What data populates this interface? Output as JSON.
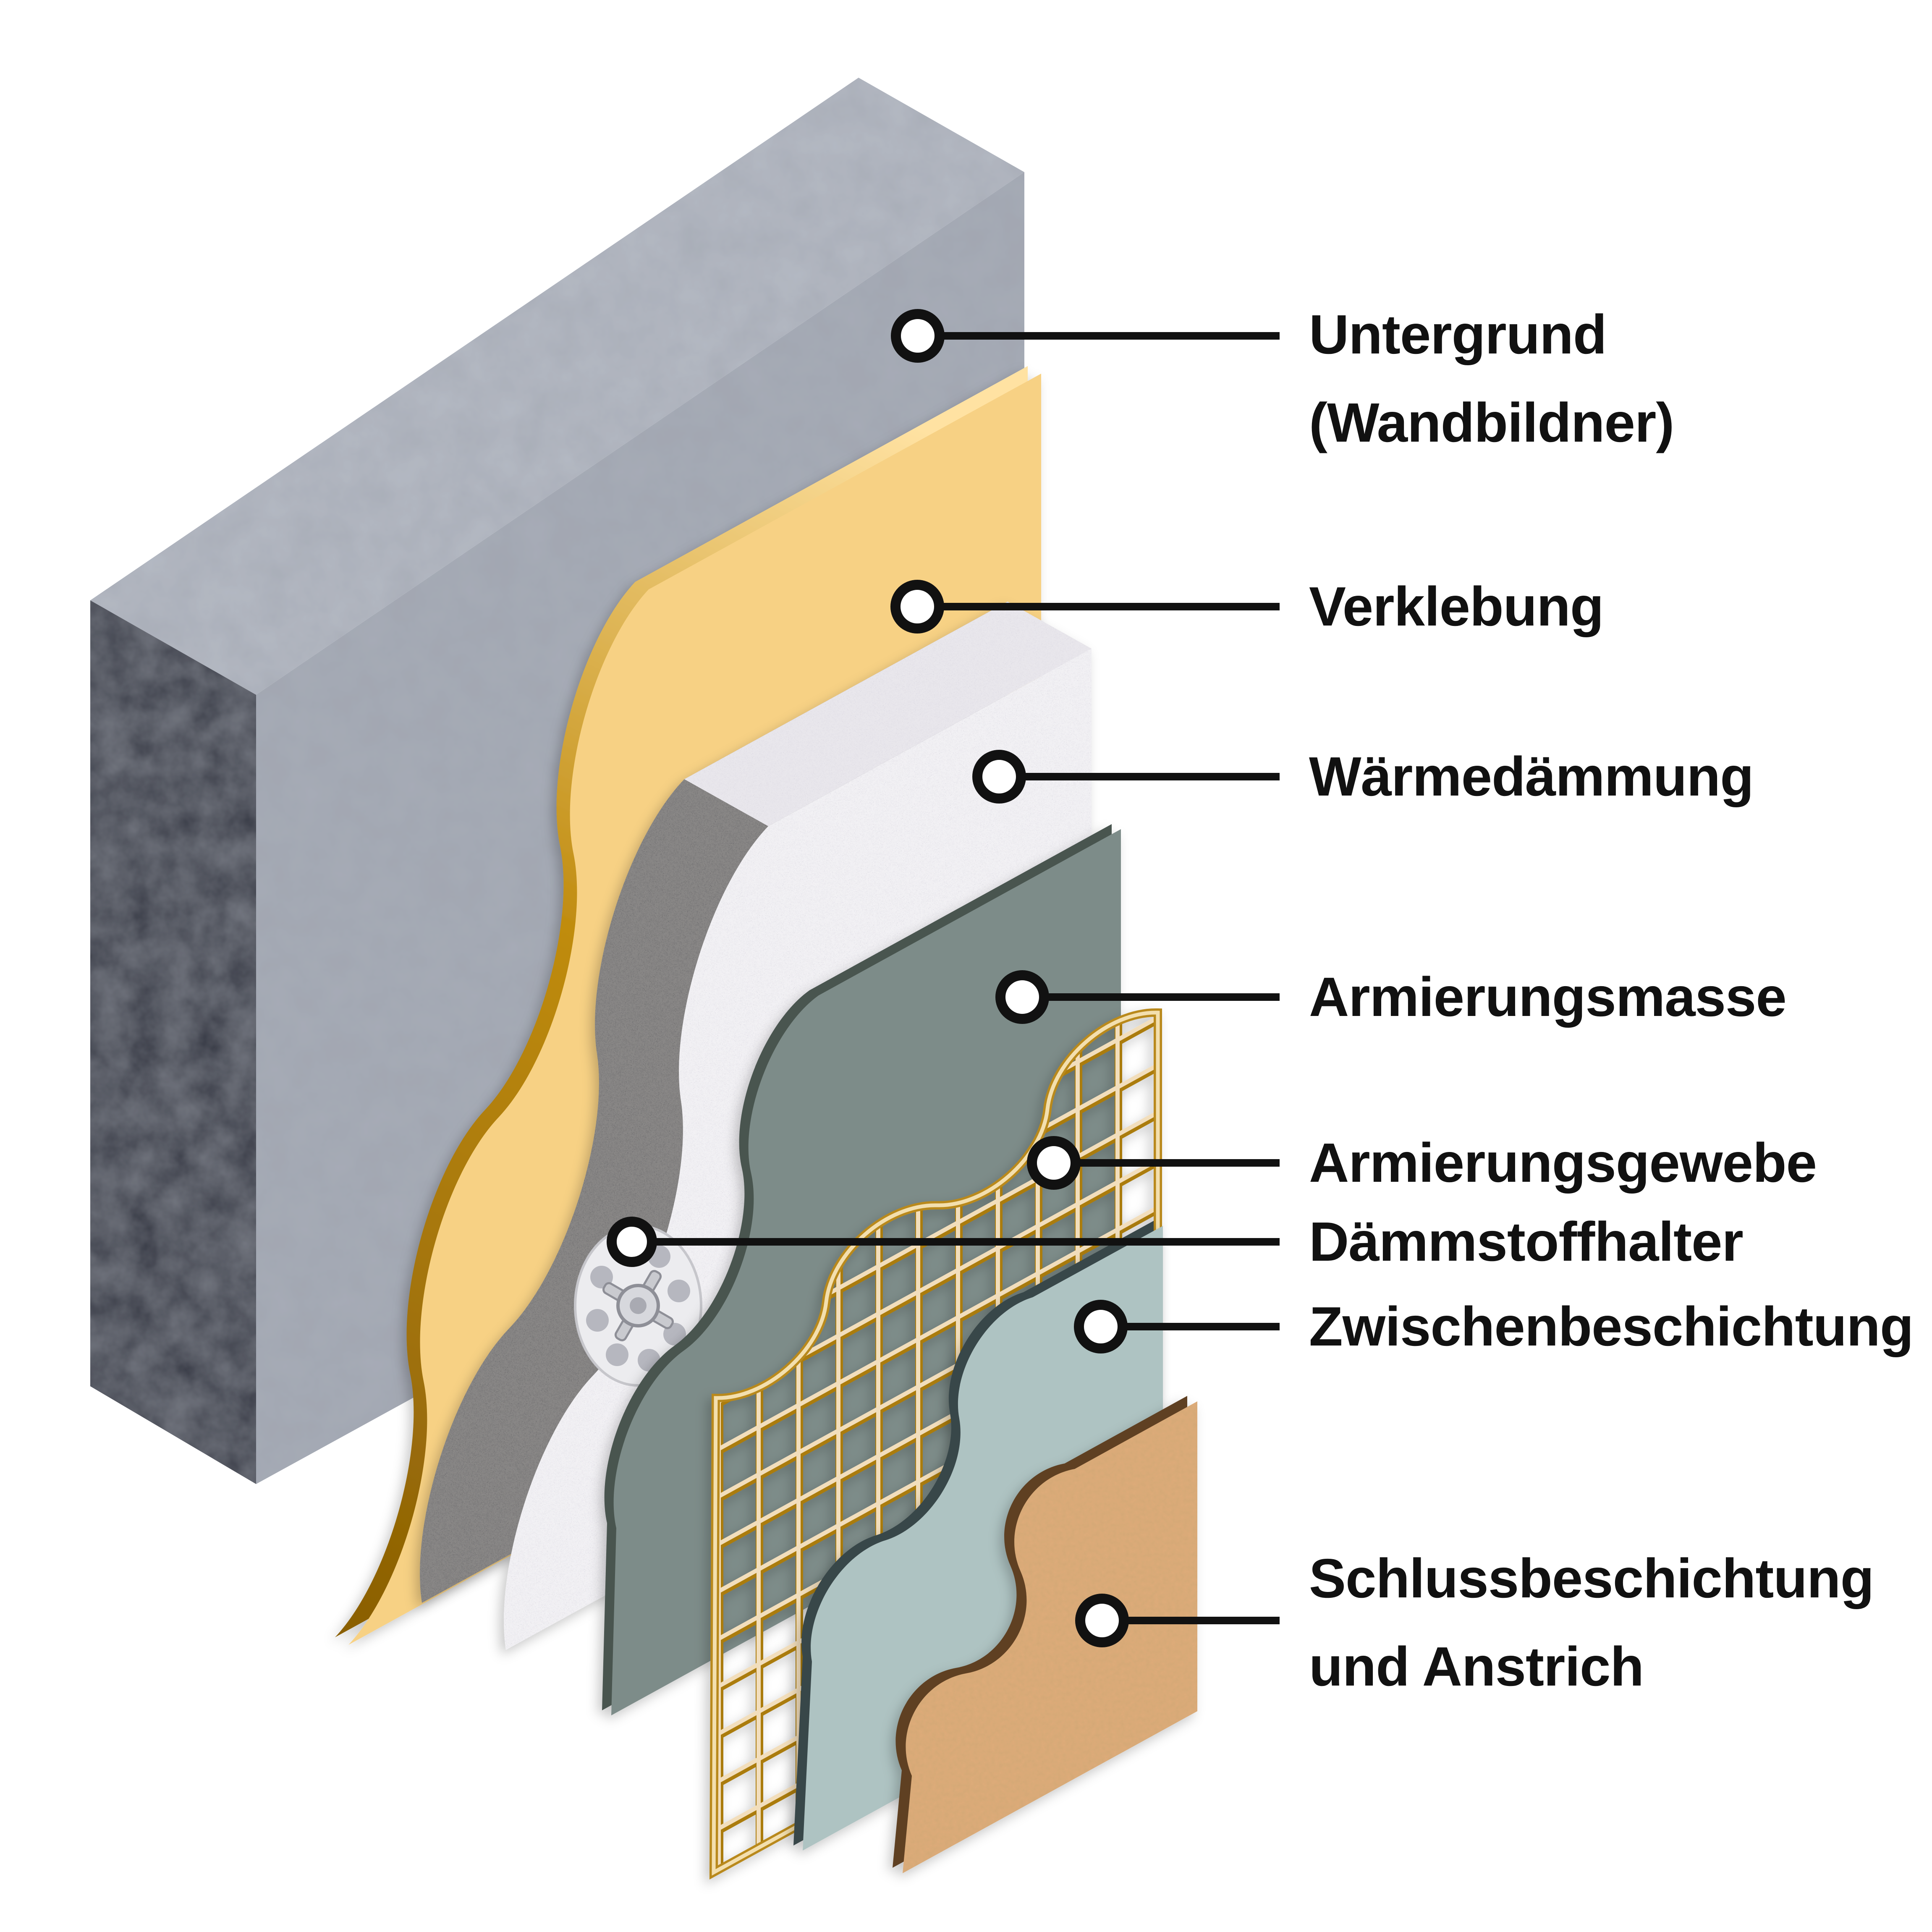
{
  "diagram": {
    "type": "exploded-isometric-wall-system",
    "background": "#ffffff",
    "labels": {
      "untergrund": {
        "line1": "Untergrund",
        "line2": "(Wandbildner)"
      },
      "verklebung": {
        "text": "Verklebung"
      },
      "waermedaemmung": {
        "text": "Wärmedämmung"
      },
      "armierungsmasse": {
        "text": "Armierungsmasse"
      },
      "armierungsgewebe": {
        "text": "Armierungsgewebe"
      },
      "daemmstoffhalter": {
        "text": "Dämmstoffhalter"
      },
      "zwischenbeschichtung": {
        "text": "Zwischenbeschichtung"
      },
      "schlussbeschichtung": {
        "line1": "Schlussbeschichtung",
        "line2": "und Anstrich"
      }
    },
    "layers": [
      {
        "label": "Untergrund (Wandbildner)",
        "color": "#a6abb6",
        "material": "concrete-block"
      },
      {
        "label": "Verklebung",
        "color": "#f7d184",
        "material": "adhesive-layer"
      },
      {
        "label": "Wärmedämmung",
        "color": "#f2f1f4",
        "material": "insulation-board"
      },
      {
        "label": "Armierungsmasse",
        "color": "#7d8c89",
        "material": "reinforcement-compound"
      },
      {
        "label": "Armierungsgewebe",
        "color": "#e7c98a",
        "material": "reinforcement-mesh"
      },
      {
        "label": "Dämmstoffhalter",
        "color": "#ececef",
        "material": "insulation-anchor"
      },
      {
        "label": "Zwischenbeschichtung",
        "color": "#aec3c2",
        "material": "intermediate-coating"
      },
      {
        "label": "Schlussbeschichtung und Anstrich",
        "color": "#dcab79",
        "material": "final-coating"
      }
    ],
    "colors": {
      "concrete_top": "#b3b8c2",
      "concrete_front": "#a6abb6",
      "concrete_side": "#3e414c",
      "adhesive": "#f7d184",
      "adhesive_edge_dark": "#9a6c04",
      "adhesive_edge_light": "#ffe2a2",
      "insulation_front": "#f2f1f4",
      "insulation_side": "#8a8887",
      "compound": "#7d8c89",
      "compound_edge": "#49544f",
      "mesh_dark": "#ab7c10",
      "mesh_light": "#f2debc",
      "intermediate": "#aec3c2",
      "intermediate_edge": "#39464a",
      "final": "#dcab79",
      "final_edge": "#5f4022",
      "callout_line": "#111111",
      "callout_fill": "#ffffff"
    }
  }
}
